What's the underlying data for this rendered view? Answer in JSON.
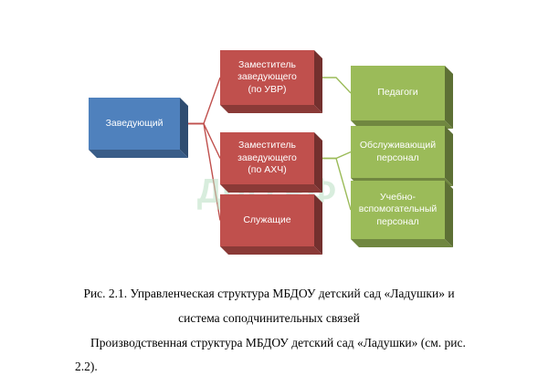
{
  "diagram": {
    "nodes": [
      {
        "id": "head",
        "label": "Заведующий",
        "color": "#4f81bd"
      },
      {
        "id": "deputy-uvr",
        "label": "Заместитель\nзаведующего\n(по УВР)",
        "color": "#c0504d"
      },
      {
        "id": "deputy-ahch",
        "label": "Заместитель\nзаведующего\n(по АХЧ)",
        "color": "#c0504d"
      },
      {
        "id": "employees",
        "label": "Служащие",
        "color": "#c0504d"
      },
      {
        "id": "teachers",
        "label": "Педагоги",
        "color": "#9bbb59"
      },
      {
        "id": "service",
        "label": "Обслуживающий\nперсонал",
        "color": "#9bbb59"
      },
      {
        "id": "support",
        "label": "Учебно-\nвспомогательный\nперсонал",
        "color": "#9bbb59"
      }
    ],
    "edges": [
      [
        "head",
        "deputy-uvr"
      ],
      [
        "head",
        "deputy-ahch"
      ],
      [
        "head",
        "employees"
      ],
      [
        "deputy-uvr",
        "teachers"
      ],
      [
        "deputy-ahch",
        "service"
      ],
      [
        "deputy-ahch",
        "support"
      ]
    ],
    "watermark": "ДЦО.РФ"
  },
  "caption": {
    "line1": "Рис. 2.1. Управленческая структура МБДОУ детский сад «Ладушки» и",
    "line2": "система соподчинительных связей"
  },
  "paragraph": {
    "line1": "Производственная структура МБДОУ детский сад «Ладушки» (см. рис.",
    "line2": "2.2)."
  }
}
